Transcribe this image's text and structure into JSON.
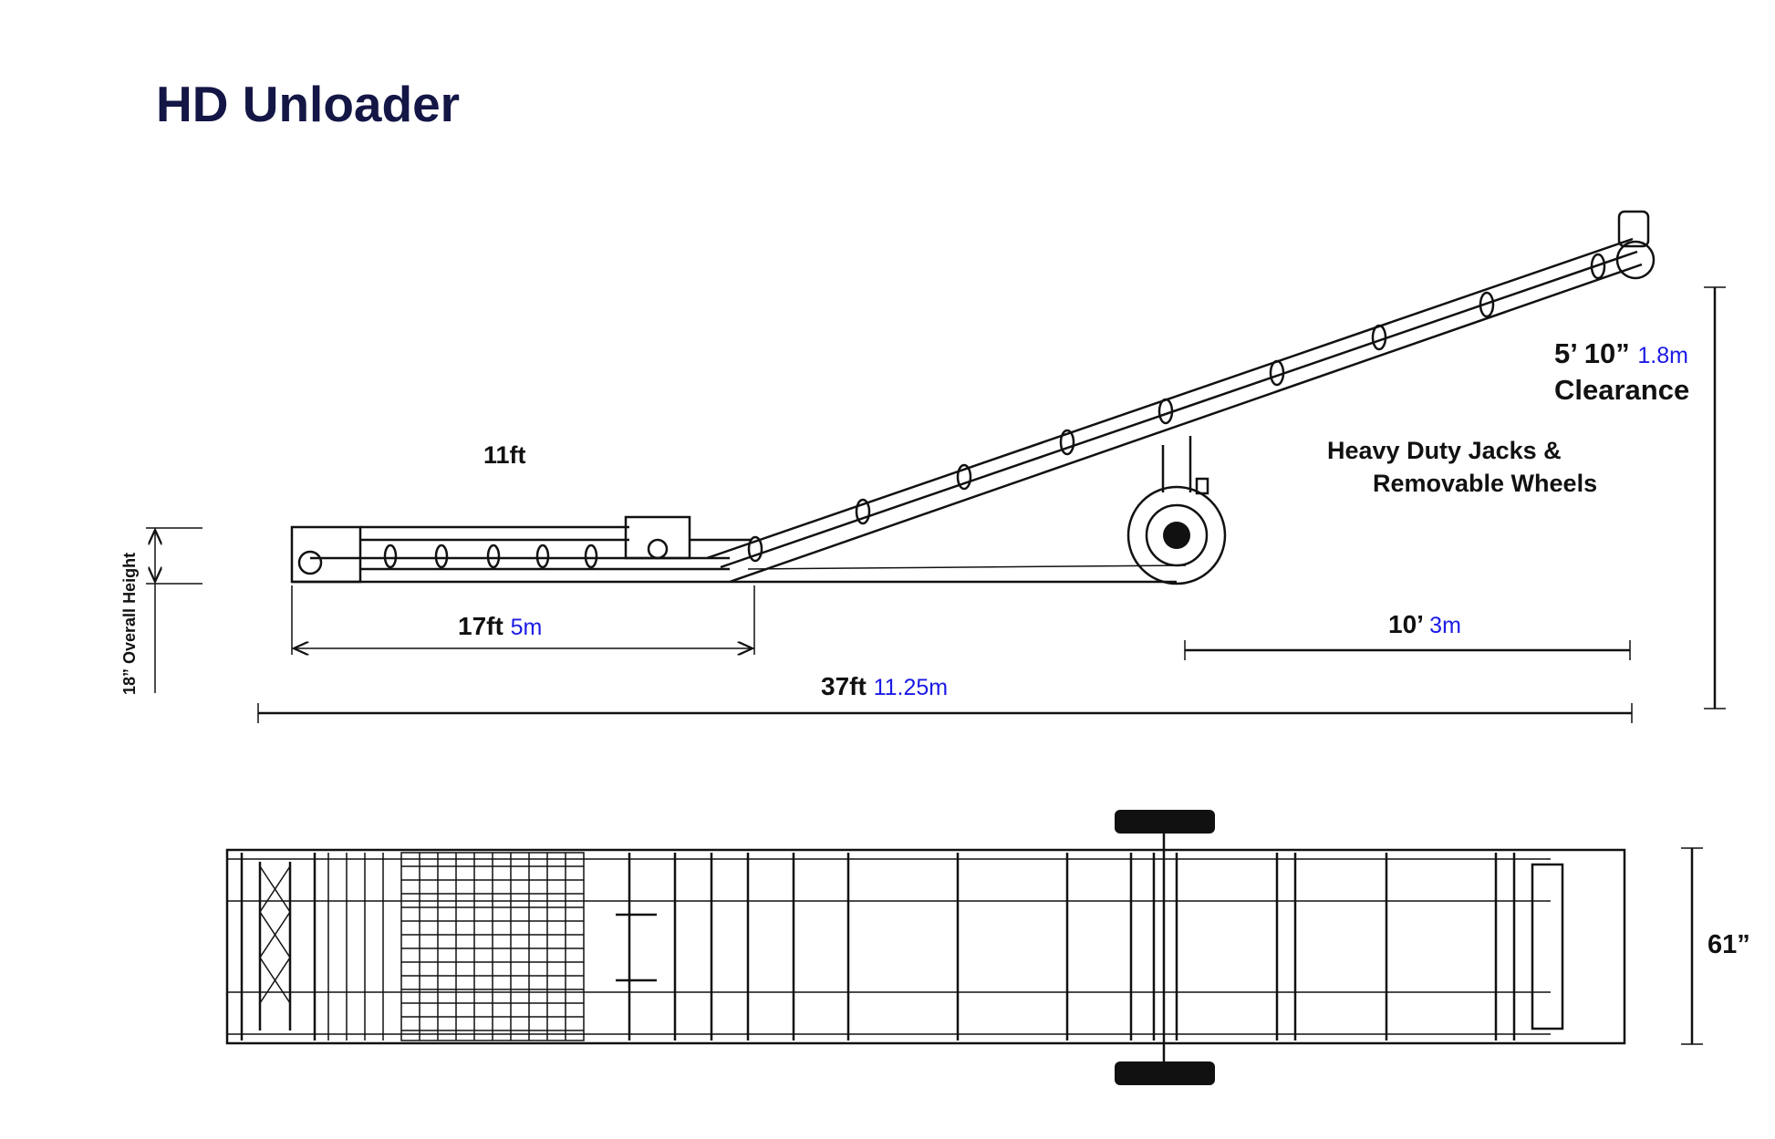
{
  "title": "HD Unloader",
  "title_color": "#141646",
  "metric_color": "#1a1ae6",
  "side_view": {
    "flat_length_label": "11ft",
    "height": {
      "imperial": "18” Overall Height"
    },
    "section_length": {
      "imperial": "17ft",
      "metric": "5m"
    },
    "wheel_offset": {
      "imperial": "10’",
      "metric": "3m"
    },
    "overall_length": {
      "imperial": "37ft",
      "metric": "11.25m"
    },
    "clearance": {
      "imperial": "5’ 10”",
      "metric": "1.8m",
      "label": "Clearance"
    },
    "feature_note": {
      "line1": "Heavy Duty Jacks &",
      "line2": "Removable Wheels"
    }
  },
  "top_view": {
    "width": {
      "imperial": "61”"
    }
  }
}
